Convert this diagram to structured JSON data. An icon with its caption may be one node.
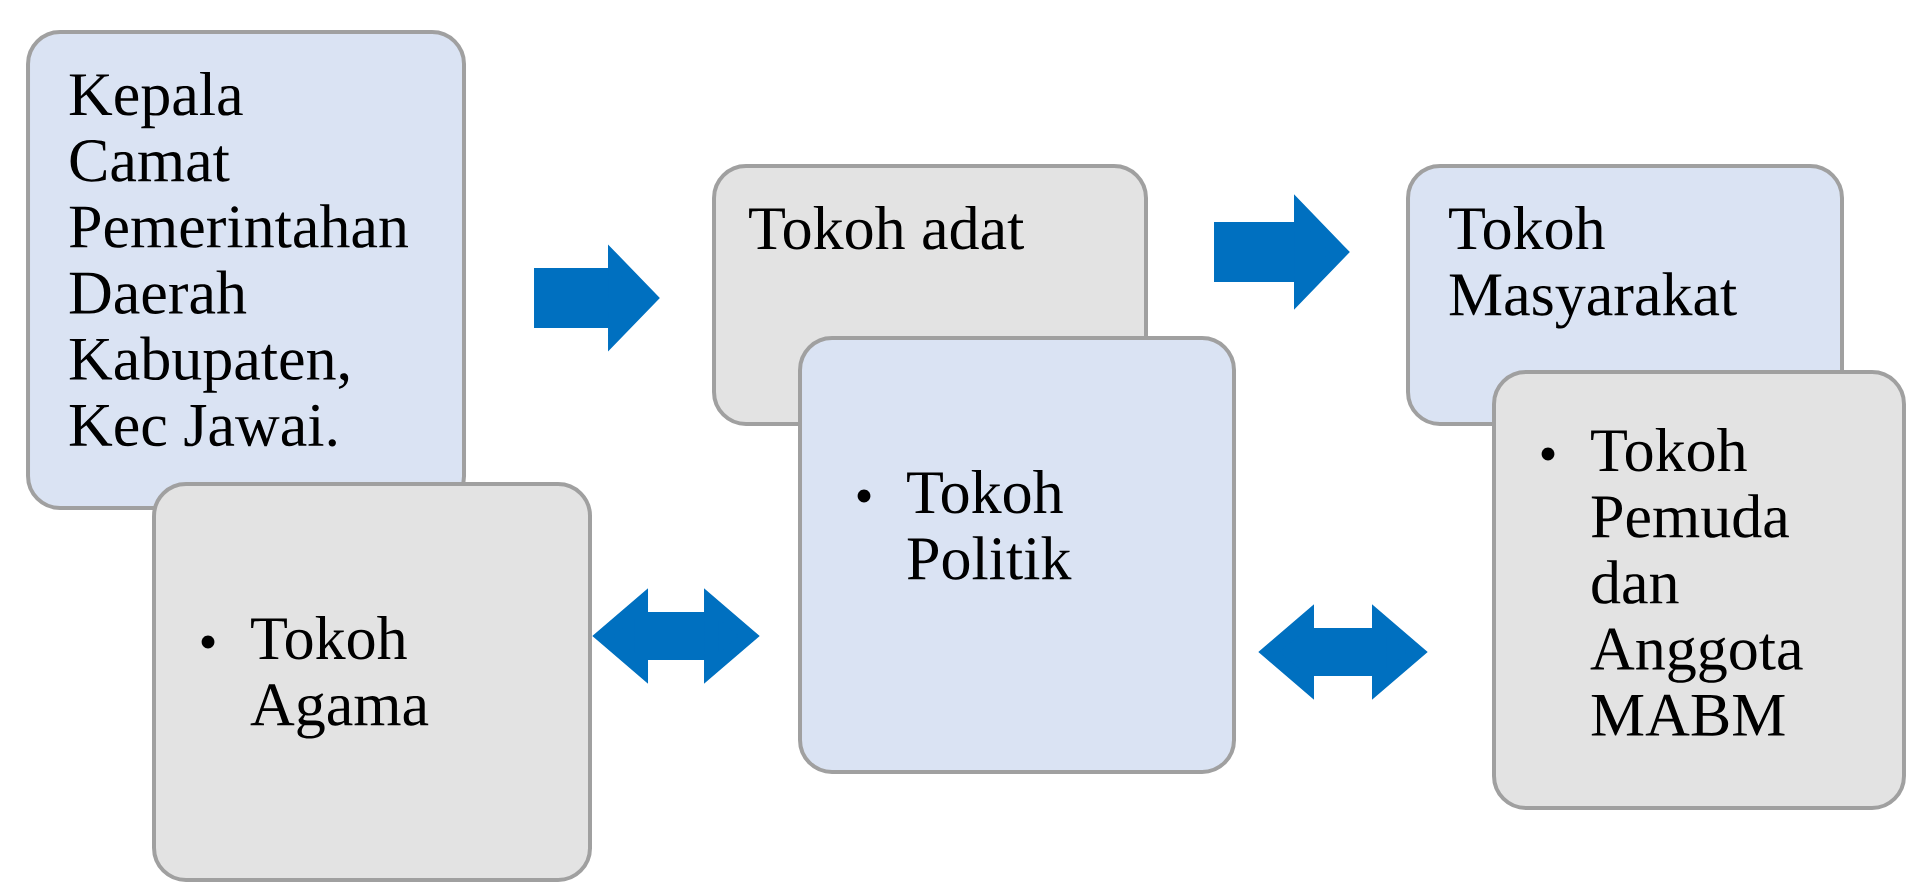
{
  "diagram": {
    "nodes": [
      {
        "text": [
          "Kepala Camat Pemerintahan Daerah Kabupaten, Kec Jawai."
        ]
      },
      {
        "text": [
          "Tokoh adat"
        ]
      },
      {
        "text": [
          "Tokoh Masyarakat"
        ]
      },
      {
        "text": [
          "Tokoh Agama"
        ]
      },
      {
        "text": [
          "Tokoh Politik"
        ]
      },
      {
        "text": [
          "Tokoh Pemuda dan Anggota MABM"
        ]
      }
    ],
    "edges": [
      {
        "from": 0,
        "to": 1,
        "arrow": "to"
      },
      {
        "from": 1,
        "to": 2,
        "arrow": "to"
      },
      {
        "from": 3,
        "to": 4,
        "arrow": "both"
      },
      {
        "from": 4,
        "to": 5,
        "arrow": "both"
      }
    ]
  }
}
